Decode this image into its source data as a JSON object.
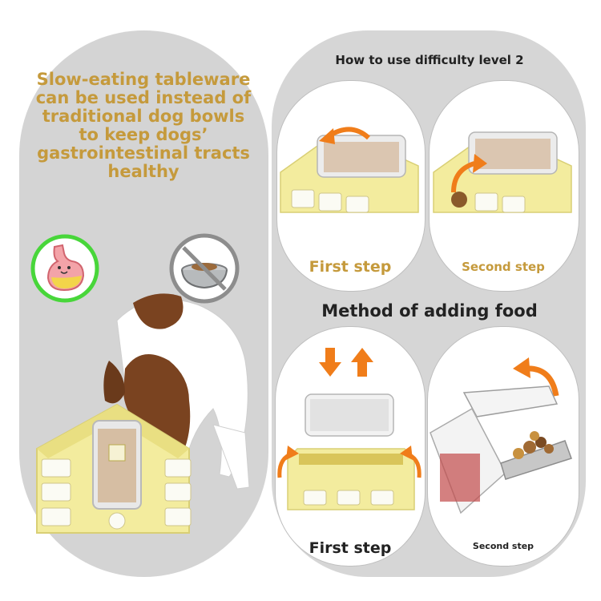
{
  "left_panel": {
    "headline_lines": [
      "Slow-eating tableware",
      "can be used instead of",
      "traditional dog bowls",
      "to keep dogs’",
      "gastrointestinal tracts",
      "healthy"
    ]
  },
  "right_panel": {
    "section1_title": "How to use difficulty level 2",
    "section1_steps": [
      "First step",
      "Second step"
    ],
    "section2_title": "Method of adding food",
    "section2_steps": [
      "First step",
      "Second step"
    ]
  },
  "colors": {
    "gold_text": "#c59a3c",
    "orange_arrow": "#f07d1a",
    "feeder_yellow": "#f3ec9e",
    "panel_gray": "#d6d6d6"
  }
}
